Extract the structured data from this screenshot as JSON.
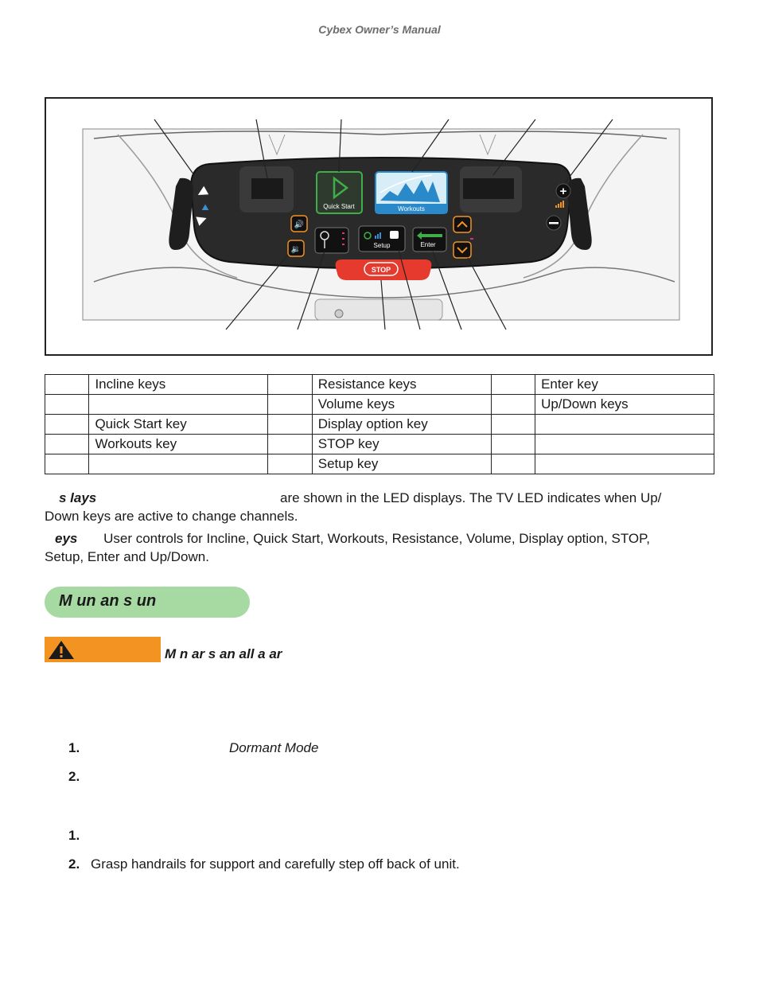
{
  "header": {
    "title": "Cybex Owner’s Manual"
  },
  "console": {
    "quick_start_label": "Quick Start",
    "workouts_label": "Workouts",
    "setup_label": "Setup",
    "enter_label": "Enter",
    "stop_label": "STOP"
  },
  "legend": {
    "rows": [
      [
        "",
        "Incline keys",
        "",
        "Resistance keys",
        "",
        "Enter key"
      ],
      [
        "",
        "",
        "",
        "Volume keys",
        "",
        "Up/Down keys"
      ],
      [
        "",
        "Quick Start key",
        "",
        "Display option key",
        "",
        ""
      ],
      [
        "",
        "Workouts key",
        "",
        "STOP key",
        "",
        ""
      ],
      [
        "",
        "",
        "",
        "Setup key",
        "",
        ""
      ]
    ]
  },
  "displays_para": {
    "heading": "s lays",
    "text": "are shown in the LED displays. The TV LED indicates when Up/",
    "text2": "Down keys are active to change channels."
  },
  "keys_para": {
    "heading": "eys",
    "text": "User controls for Incline, Quick Start, Workouts, Resistance, Volume, Display option, STOP,",
    "text2": "Setup, Enter and Up/Down."
  },
  "section": {
    "title": "M un an s un"
  },
  "warning": {
    "text": "M n ar s an all a ar"
  },
  "steps_a": [
    {
      "num": "1.",
      "text": "Dormant Mode"
    },
    {
      "num": "2.",
      "text": ""
    }
  ],
  "steps_b": [
    {
      "num": "1.",
      "text": ""
    },
    {
      "num": "2.",
      "text": "Grasp handrails for support and carefully step off back of unit."
    }
  ]
}
